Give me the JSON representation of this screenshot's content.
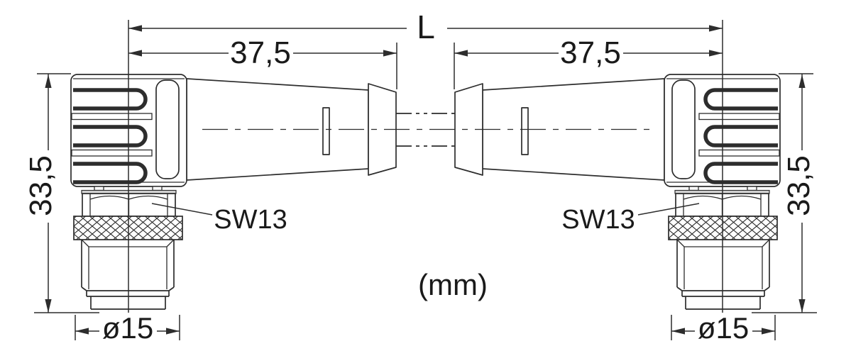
{
  "drawing": {
    "title": "angled-connector-cable-dimension-drawing",
    "unit_note": "(mm)",
    "dimensions": {
      "total_length": "L",
      "left_connector_length": "37,5",
      "right_connector_length": "37,5",
      "left_connector_height": "33,5",
      "right_connector_height": "33,5",
      "left_thread_diameter": "ø15",
      "right_thread_diameter": "ø15",
      "left_wrench_size": "SW13",
      "right_wrench_size": "SW13"
    },
    "colors": {
      "line": "#2d2d2d",
      "text": "#1a1a1a",
      "background": "#ffffff",
      "collar_fill": "#d6d6d6"
    }
  }
}
